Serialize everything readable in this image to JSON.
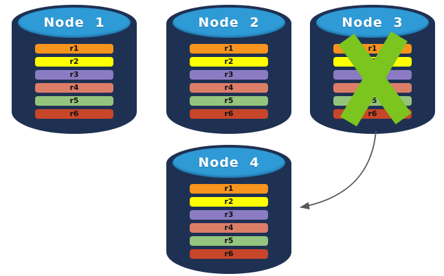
{
  "diagram": {
    "description": "Four database node cylinders each holding replicated ranges r1-r6; Node 3 is crossed out as failed and an arrow points from Node 3 to Node 4",
    "rows": [
      {
        "label": "r1",
        "color": "#F7941D"
      },
      {
        "label": "r2",
        "color": "#FFFF00"
      },
      {
        "label": "r3",
        "color": "#8B7BC2"
      },
      {
        "label": "r4",
        "color": "#DC7D68"
      },
      {
        "label": "r5",
        "color": "#94C47D"
      },
      {
        "label": "r6",
        "color": "#C74529"
      }
    ],
    "nodes": [
      {
        "label": "Node 1",
        "status": "active"
      },
      {
        "label": "Node 2",
        "status": "active"
      },
      {
        "label": "Node 3",
        "status": "failed-crossed-out"
      },
      {
        "label": "Node 4",
        "status": "active"
      }
    ],
    "overlay": {
      "symbol": "X",
      "on_node": "Node 3"
    },
    "arrow": {
      "from": "Node 3",
      "to": "Node 4"
    },
    "colors": {
      "cylinder_body": "#1E3152",
      "cylinder_top": "#2F9BD6",
      "node_label_text": "#FFFFFF",
      "row_label_text": "#111111",
      "failure_x": "#7CC41E",
      "arrow": "#595959"
    }
  }
}
